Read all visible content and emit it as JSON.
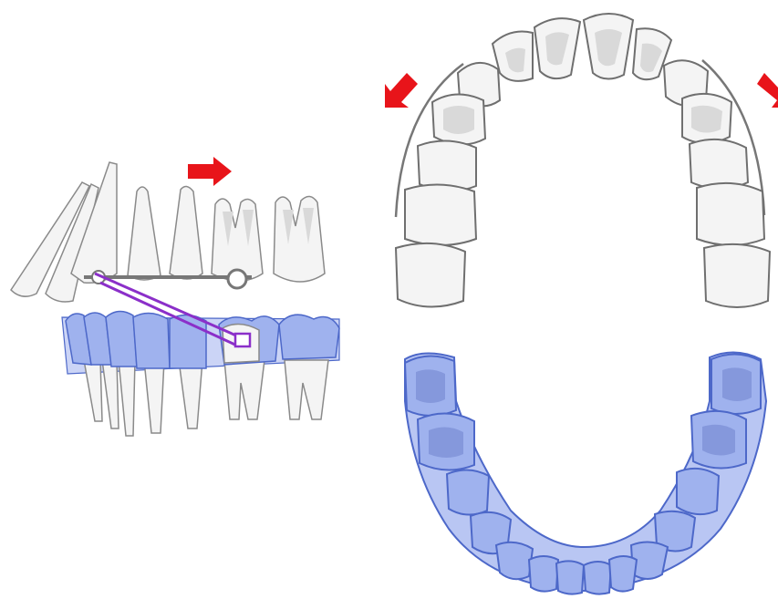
{
  "colors": {
    "background": "#ffffff",
    "tooth_fill": "#f4f4f4",
    "tooth_inner": "#d9d9d9",
    "tooth_stroke": "#8a8a8a",
    "aligner_fill": "#9fb2ee",
    "aligner_stroke": "#4d68c9",
    "tray_fill": "#b9c6f3",
    "elastic": "#8b2fc9",
    "arrow": "#e8141a",
    "wire": "#777777"
  },
  "icons": {
    "direction_arrow": "red-arrow-icon",
    "elastic": "purple-elastic-band",
    "aligner": "blue-clear-aligner"
  },
  "views": [
    "side-view-upper-and-lower-teeth",
    "occlusal-view-upper-arch",
    "occlusal-view-lower-arch"
  ]
}
